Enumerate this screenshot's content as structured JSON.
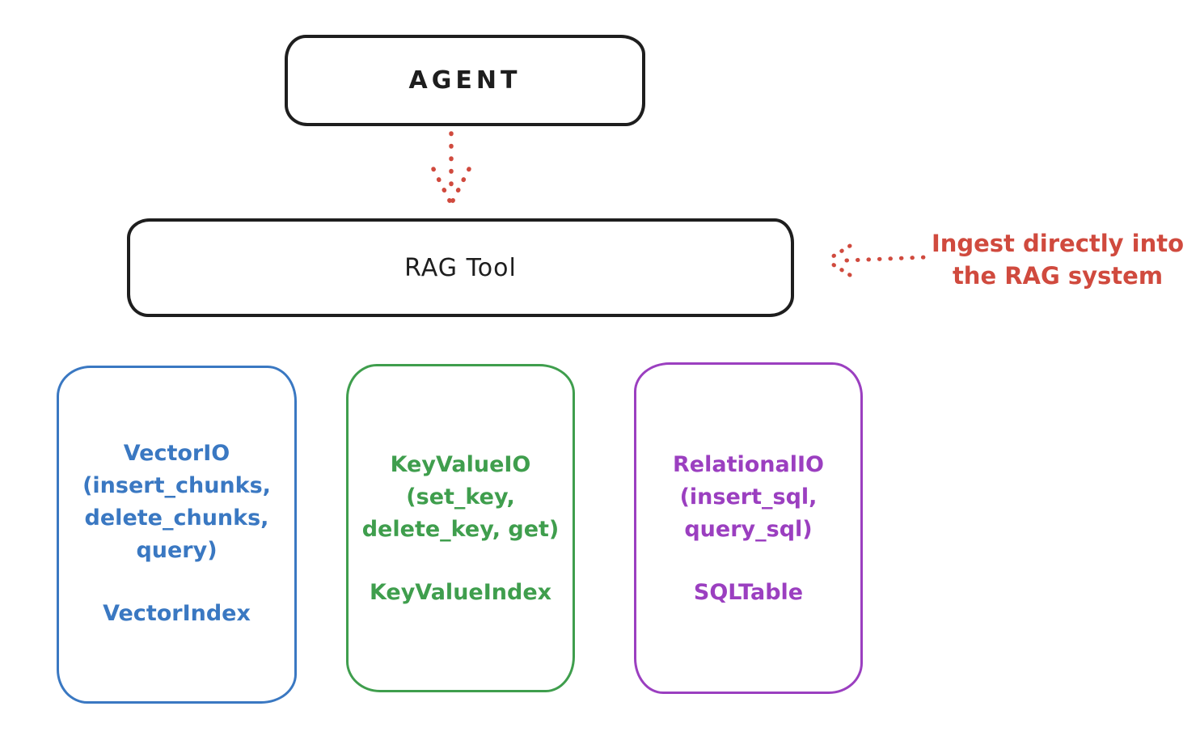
{
  "diagram": {
    "nodes": {
      "agent": {
        "label": "AGENT"
      },
      "rag_tool": {
        "label": "RAG Tool"
      },
      "vector": {
        "lines": [
          "VectorIO",
          "(insert_chunks,",
          "delete_chunks,",
          "query)"
        ],
        "index_label": "VectorIndex",
        "color": "#3a78c2"
      },
      "keyvalue": {
        "lines": [
          "KeyValueIO",
          "(set_key,",
          "delete_key, get)"
        ],
        "index_label": "KeyValueIndex",
        "color": "#3f9e4d"
      },
      "relational": {
        "lines": [
          "RelationalIO",
          "(insert_sql,",
          "query_sql)"
        ],
        "index_label": "SQLTable",
        "color": "#9b3fc0"
      }
    },
    "annotation": {
      "line1": "Ingest directly into",
      "line2": "the RAG system",
      "color": "#d04a3e"
    },
    "colors": {
      "ink": "#1e1e1e",
      "red": "#d04a3e",
      "blue": "#3a78c2",
      "green": "#3f9e4d",
      "purple": "#9b3fc0"
    }
  }
}
